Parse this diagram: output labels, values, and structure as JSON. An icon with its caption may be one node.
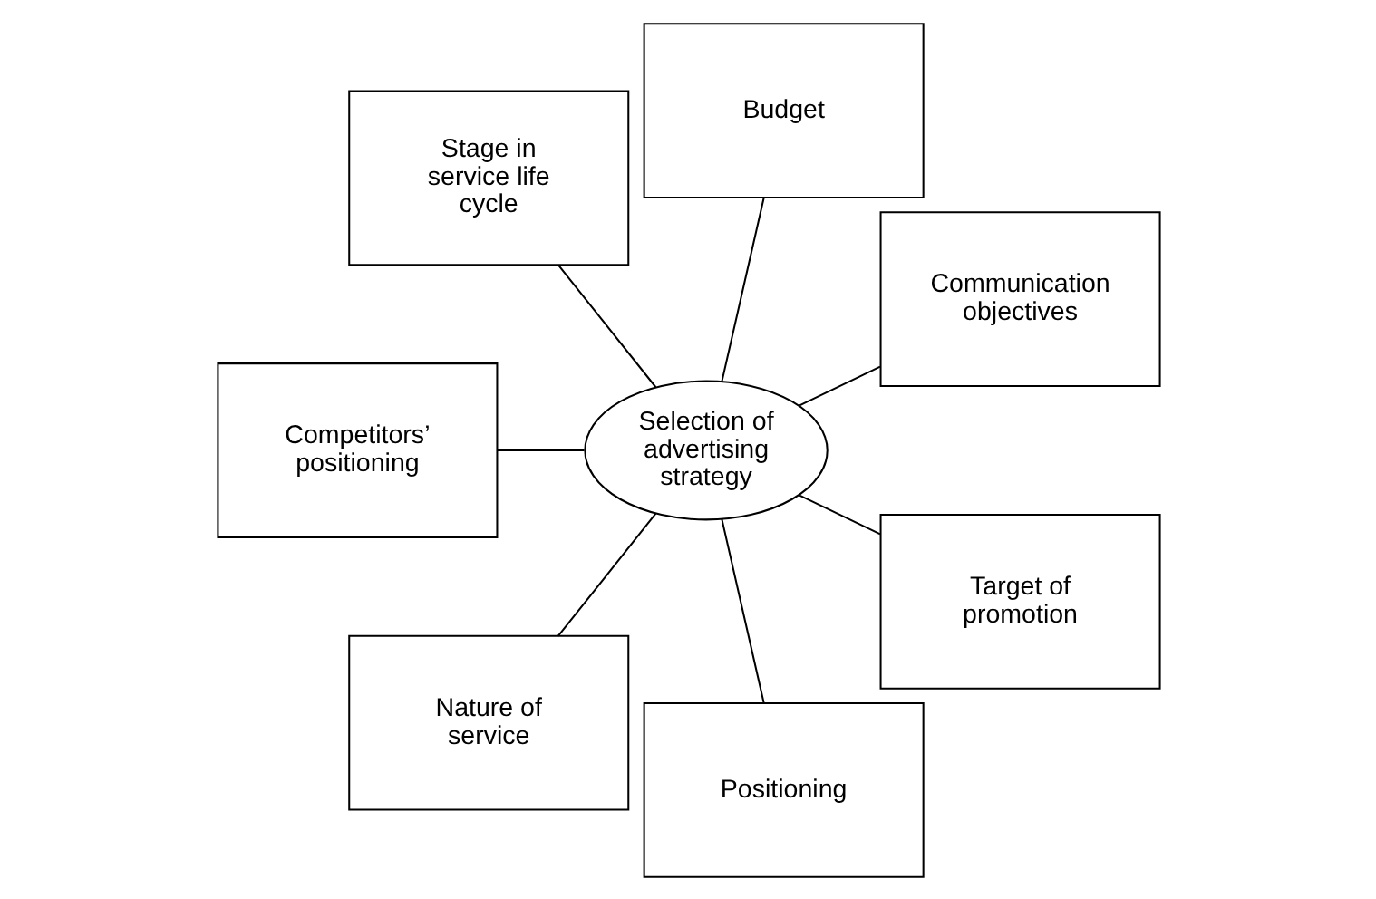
{
  "diagram": {
    "nodes": [
      {
        "text": [
          "Communication objectives"
        ]
      },
      {
        "text": [
          "Budget"
        ]
      },
      {
        "text": [
          "Stage in service life cycle"
        ]
      },
      {
        "text": [
          "Selection of advertising strategy"
        ]
      },
      {
        "text": [
          "Competitors’ positioning"
        ]
      },
      {
        "text": [
          "Nature of service"
        ]
      },
      {
        "text": [
          "Positioning"
        ]
      },
      {
        "text": [
          "Target of promotion"
        ]
      }
    ],
    "edges": [
      {
        "from": 3,
        "to": 0,
        "arrow": "none"
      },
      {
        "from": 3,
        "to": 1,
        "arrow": "none"
      },
      {
        "from": 3,
        "to": 2,
        "arrow": "none"
      },
      {
        "from": 3,
        "to": 4,
        "arrow": "none"
      },
      {
        "from": 3,
        "to": 7,
        "arrow": "none"
      },
      {
        "from": 3,
        "to": 6,
        "arrow": "none"
      },
      {
        "from": 3,
        "to": 5,
        "arrow": "none"
      }
    ]
  }
}
